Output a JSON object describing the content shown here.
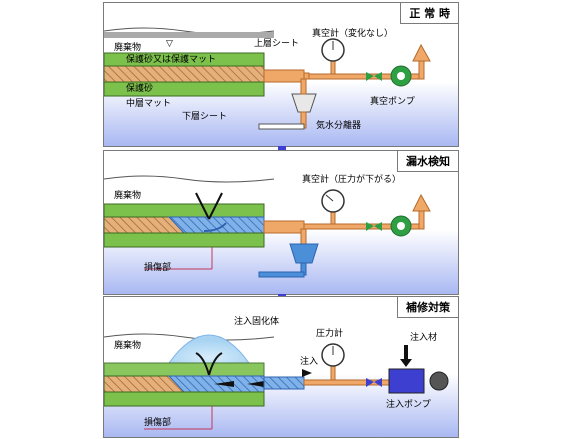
{
  "panels": [
    {
      "title": "正 常 時",
      "labels": {
        "waste": "廃棄物",
        "upper_sheet": "上層シート",
        "vacuum_gauge": "真空計（変化なし）",
        "protect_sand_mat": "保護砂又は保護マット",
        "protect_sand": "保護砂",
        "middle_mat": "中層マット",
        "lower_sheet": "下層シート",
        "separator": "気水分離器",
        "vacuum_pump": "真空ポンプ"
      }
    },
    {
      "title": "漏水検知",
      "labels": {
        "waste": "廃棄物",
        "vacuum_gauge": "真空計（圧力が下がる）",
        "damage": "損傷部"
      }
    },
    {
      "title": "補修対策",
      "labels": {
        "waste": "廃棄物",
        "grout_body": "注入固化体",
        "pressure_gauge": "圧力計",
        "inject_material": "注入材",
        "inject": "注入",
        "damage": "損傷部",
        "inject_pump": "注入ポンプ"
      }
    }
  ],
  "colors": {
    "green_layer": "#7dc14d",
    "orange_layer": "#e6b07a",
    "pipe": "#f0a868",
    "water_blue": "#4a8fd8",
    "pump_green": "#2ea043",
    "panel_gradient_bottom": "#a9b8f2"
  }
}
